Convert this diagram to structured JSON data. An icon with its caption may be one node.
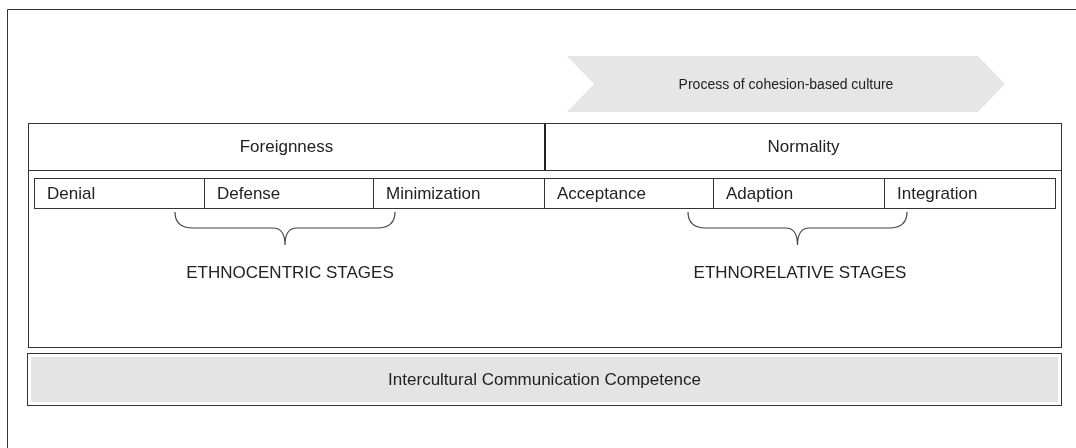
{
  "diagram": {
    "nodes": [
      {
        "text": [
          "Process of cohesion-based culture"
        ]
      },
      {
        "text": [],
        "shape": "box"
      },
      {
        "text": [
          "Foreignness"
        ],
        "in": 1
      },
      {
        "text": [
          "Normality"
        ],
        "in": 1
      },
      {
        "text": [
          "Denial"
        ],
        "in": 1
      },
      {
        "text": [
          "Defense"
        ],
        "in": 1
      },
      {
        "text": [
          "Minimization"
        ],
        "in": 1
      },
      {
        "text": [
          "Acceptance"
        ],
        "in": 1
      },
      {
        "text": [
          "Adaption"
        ],
        "in": 1
      },
      {
        "text": [
          "Integration"
        ],
        "in": 1
      },
      {
        "text": [
          "Intercultural Communication Competence"
        ]
      }
    ],
    "edges": [],
    "labels": [
      "ETHNOCENTRIC STAGES",
      "ETHNORELATIVE STAGES"
    ]
  }
}
